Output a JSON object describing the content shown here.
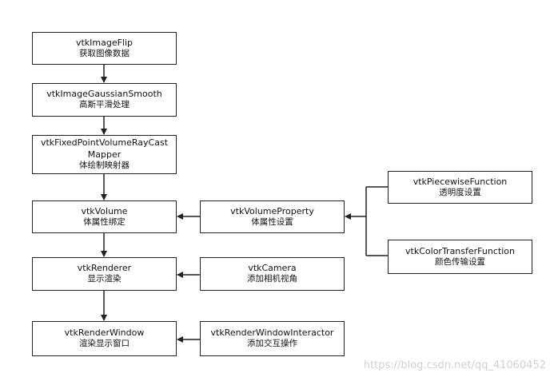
{
  "nodes": {
    "image_flip": {
      "class_name": "vtkImageFlip",
      "desc": "获取图像数据"
    },
    "gaussian": {
      "class_name": "vtkImageGaussianSmooth",
      "desc": "高斯平滑处理"
    },
    "mapper": {
      "class_name_line1": "vtkFixedPointVolumeRayCast",
      "class_name_line2": "Mapper",
      "desc": "体绘制映射器"
    },
    "volume": {
      "class_name": "vtkVolume",
      "desc": "体属性绑定"
    },
    "renderer": {
      "class_name": "vtkRenderer",
      "desc": "显示渲染"
    },
    "render_window": {
      "class_name": "vtkRenderWindow",
      "desc": "渲染显示窗口"
    },
    "volume_property": {
      "class_name": "vtkVolumeProperty",
      "desc": "体属性设置"
    },
    "camera": {
      "class_name": "vtkCamera",
      "desc": "添加相机视角"
    },
    "interactor": {
      "class_name": "vtkRenderWindowInteractor",
      "desc": "添加交互操作"
    },
    "piecewise": {
      "class_name": "vtkPiecewiseFunction",
      "desc": "透明度设置"
    },
    "color_transfer": {
      "class_name": "vtkColorTransferFunction",
      "desc": "颜色传输设置"
    }
  },
  "watermark": "https://blog.csdn.net/qq_41060452",
  "colors": {
    "stroke": "#222222",
    "text": "#111111",
    "watermark": "#d0d0d0"
  }
}
